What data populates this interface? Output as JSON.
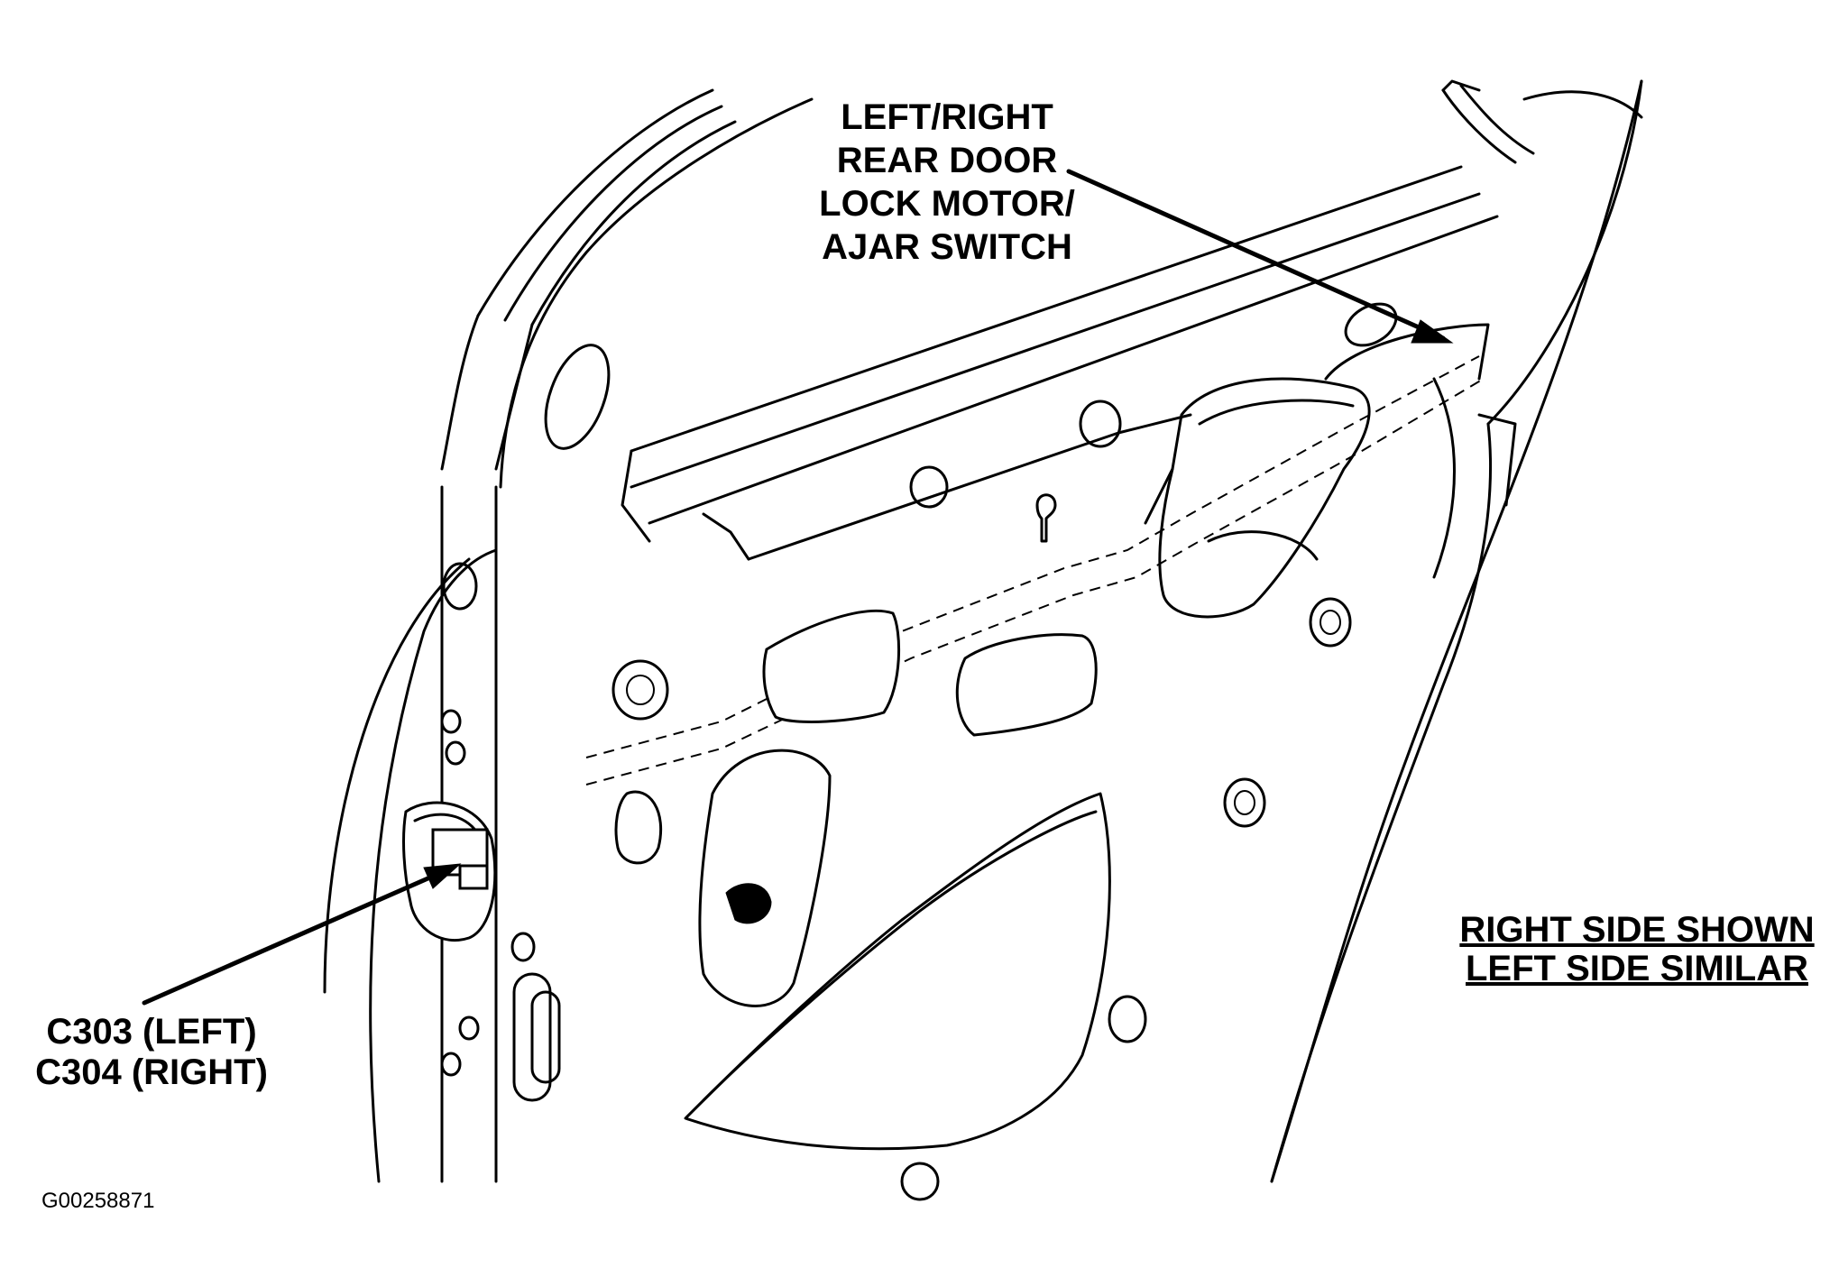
{
  "callouts": {
    "lock_motor": [
      "LEFT/RIGHT",
      "REAR DOOR",
      "LOCK MOTOR/",
      "AJAR SWITCH"
    ],
    "connector": [
      "C303 (LEFT)",
      "C304 (RIGHT)"
    ]
  },
  "side_note": [
    "RIGHT SIDE SHOWN",
    "LEFT SIDE SIMILAR"
  ],
  "figure_id": "G00258871"
}
